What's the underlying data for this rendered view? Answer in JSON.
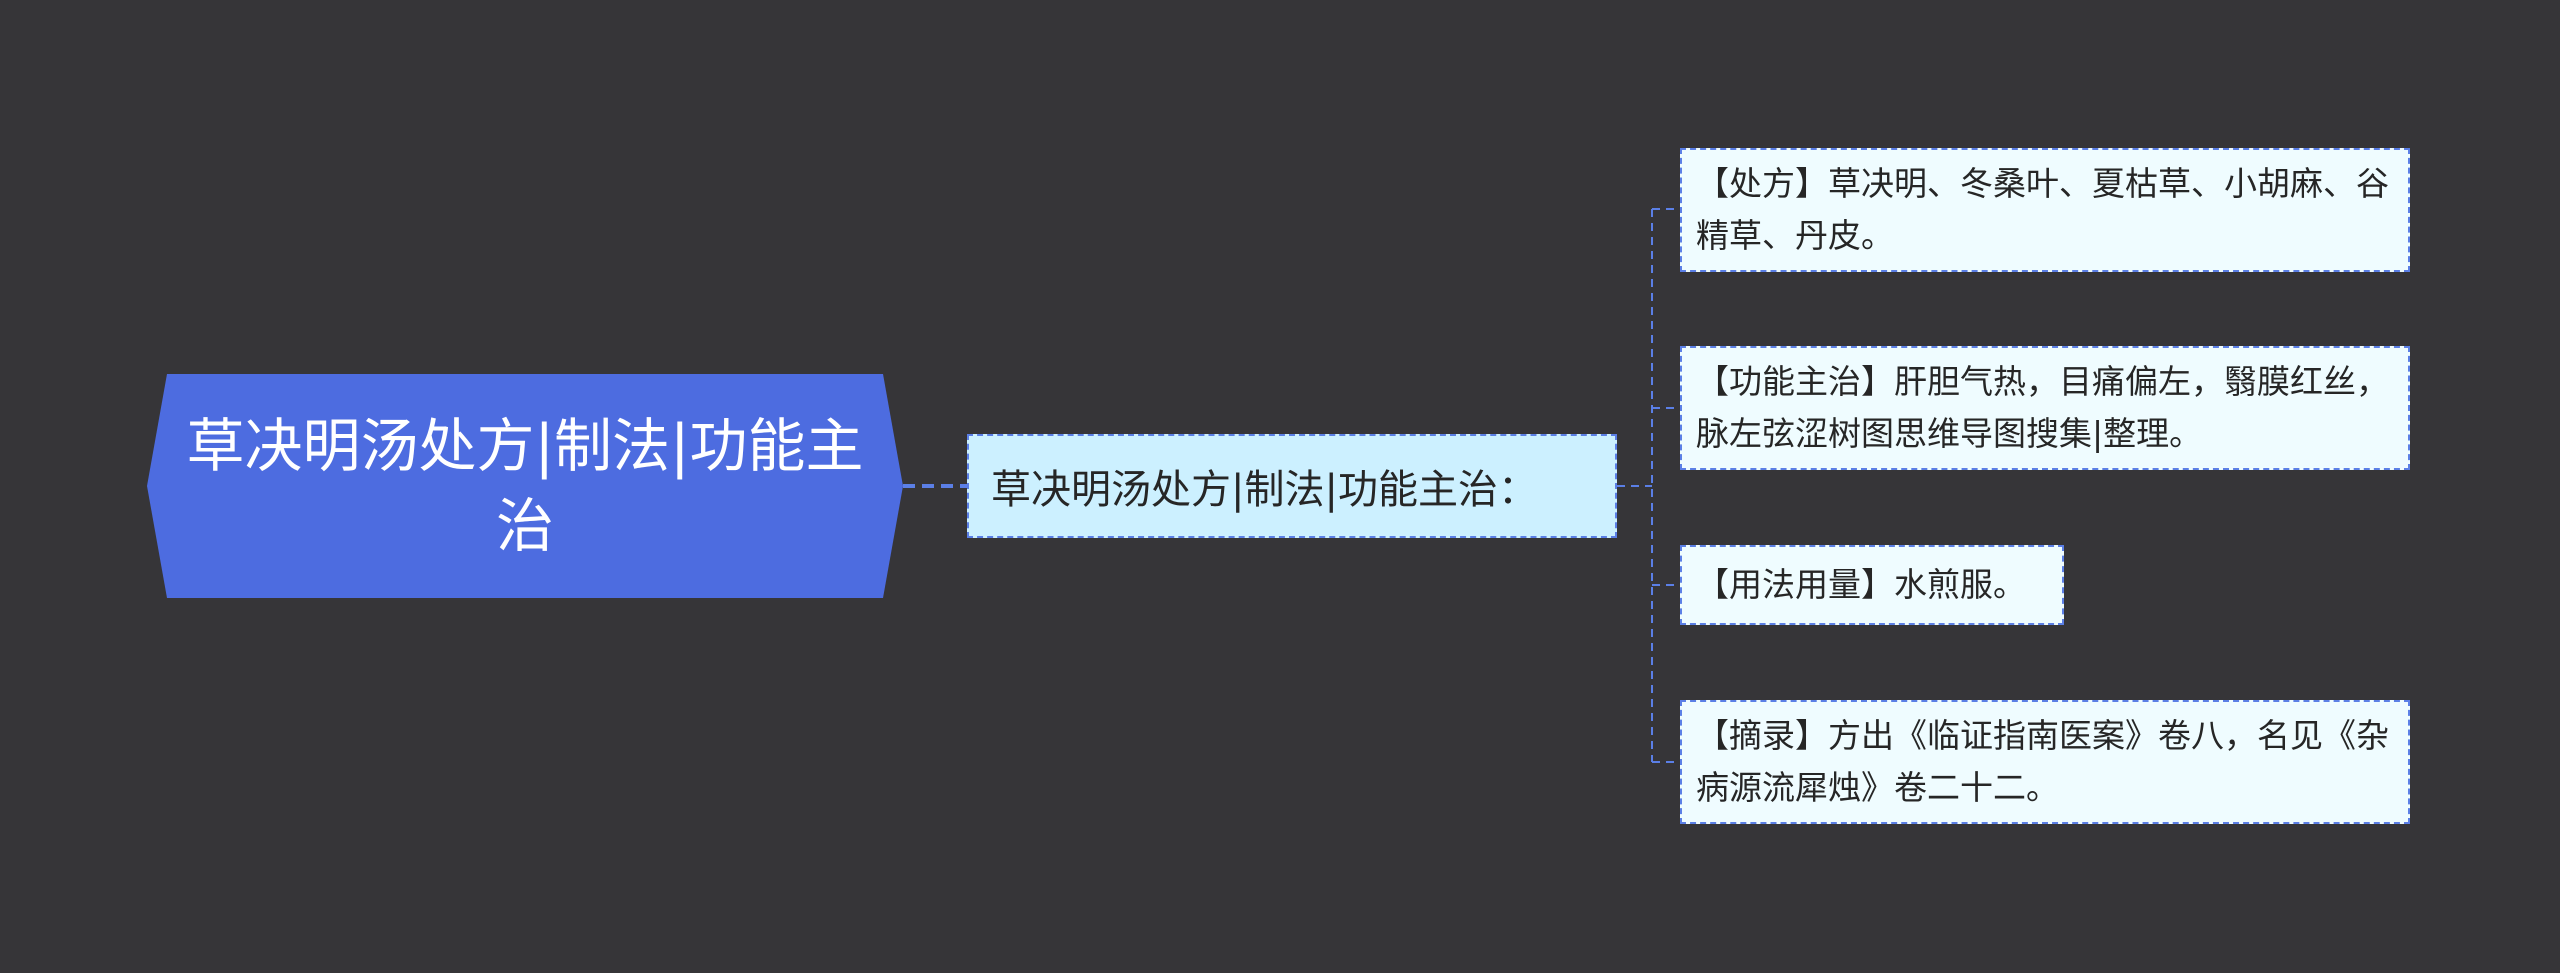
{
  "colors": {
    "background": "#363538",
    "root_fill": "#4d6ce0",
    "sub_fill": "#ccf0ff",
    "leaf_fill": "#effcff",
    "connector": "#5b7fe6"
  },
  "mindmap": {
    "root": {
      "label": "草决明汤处方|制法|功能主治"
    },
    "sub": {
      "label": "草决明汤处方|制法|功能主治："
    },
    "leaves": [
      {
        "label": "【处方】草决明、冬桑叶、夏枯草、小胡麻、谷精草、丹皮。"
      },
      {
        "label": "【功能主治】肝胆气热，目痛偏左，翳膜红丝，脉左弦涩树图思维导图搜集|整理。"
      },
      {
        "label": "【用法用量】水煎服。"
      },
      {
        "label": "【摘录】方出《临证指南医案》卷八，名见《杂病源流犀烛》卷二十二。"
      }
    ]
  }
}
